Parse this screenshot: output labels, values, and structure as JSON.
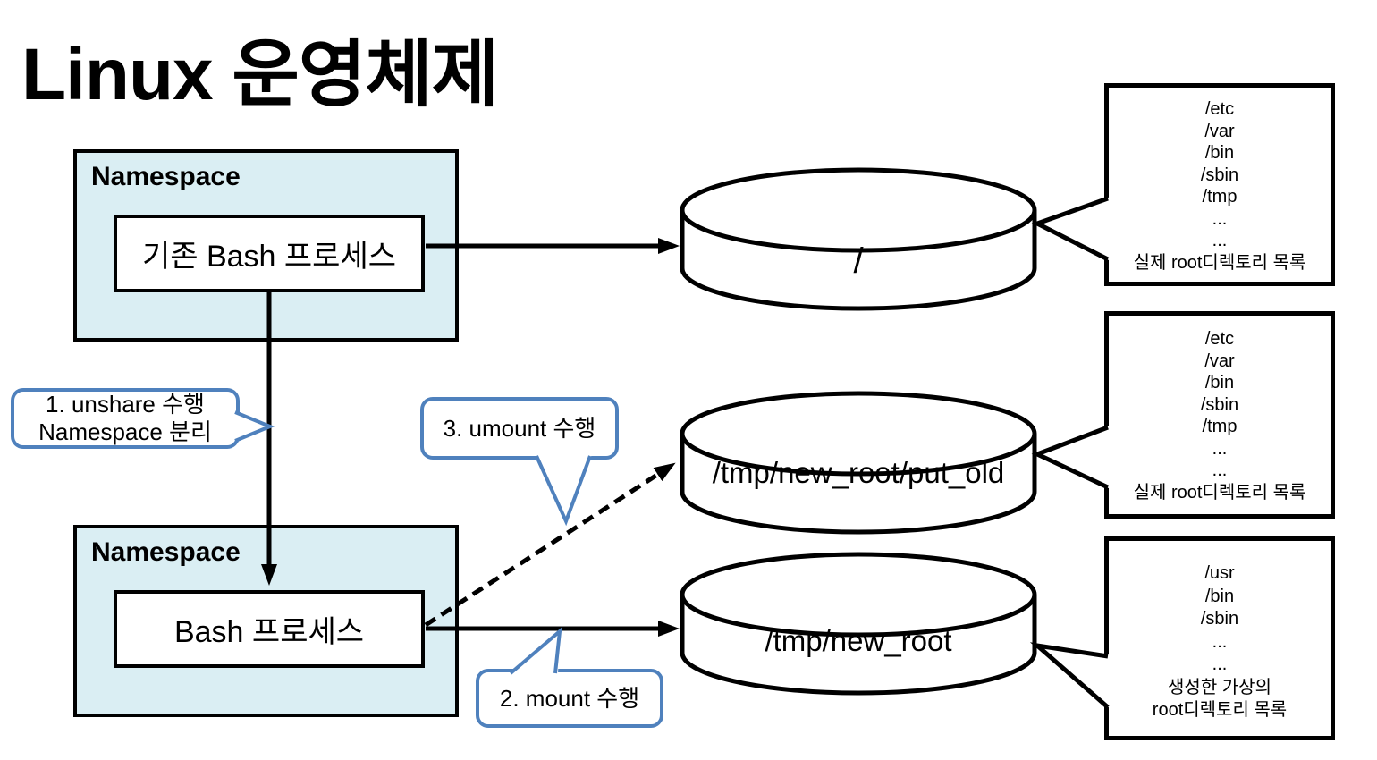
{
  "title": "Linux 운영체제",
  "namespace1": {
    "label": "Namespace",
    "process": "기존 Bash 프로세스"
  },
  "namespace2": {
    "label": "Namespace",
    "process": "Bash 프로세스"
  },
  "cylinders": {
    "root": {
      "label": "/"
    },
    "put_old": {
      "label": "/tmp/new_root/put_old"
    },
    "new_root": {
      "label": "/tmp/new_root"
    }
  },
  "callouts": {
    "unshare": {
      "line1": "1. unshare 수행",
      "line2": "Namespace 분리"
    },
    "mount": {
      "label": "2. mount 수행"
    },
    "umount": {
      "label": "3. umount 수행"
    }
  },
  "listings": {
    "real_root_top": {
      "lines": [
        "/etc",
        "/var",
        "/bin",
        "/sbin",
        "/tmp",
        "...",
        "...",
        "실제 root디렉토리 목록"
      ]
    },
    "real_root_mid": {
      "lines": [
        "/etc",
        "/var",
        "/bin",
        "/sbin",
        "/tmp",
        "...",
        "...",
        "실제 root디렉토리 목록"
      ]
    },
    "virtual_root": {
      "lines": [
        "/usr",
        "/bin",
        "/sbin",
        "...",
        "...",
        "생성한 가상의",
        "root디렉토리 목록"
      ]
    }
  },
  "colors": {
    "namespace_fill": "#daeef3",
    "callout_border": "#4f81bd",
    "line": "#000000",
    "background": "#ffffff"
  }
}
